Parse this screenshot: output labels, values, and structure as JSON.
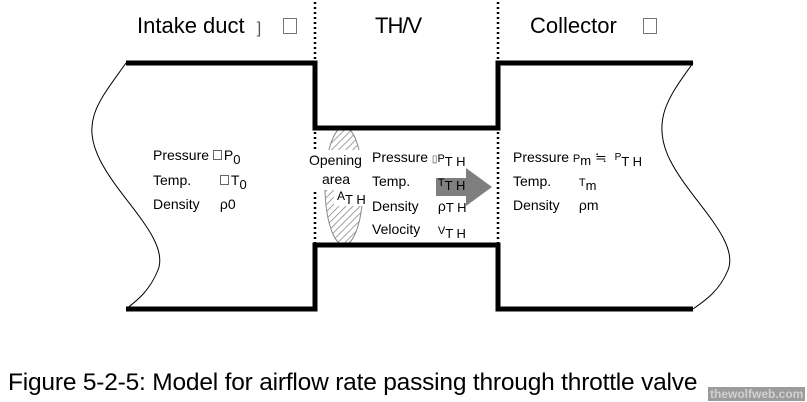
{
  "headers": {
    "intake": "Intake duct",
    "throttle": "TH/V",
    "collector": "Collector"
  },
  "intake": {
    "pressure_label": "Pressure",
    "pressure_sym": "P",
    "pressure_sub": "0",
    "temp_label": "Temp.",
    "temp_sym": "T",
    "temp_sub": "0",
    "density_label": "Density",
    "density_sym": "ρ",
    "density_sub": "0"
  },
  "throttle": {
    "opening_label_1": "Opening",
    "opening_label_2": "area",
    "area_sym": "A",
    "area_sub": "T H",
    "pressure_label": "Pressure",
    "pressure_sym": "P",
    "pressure_sub": "T H",
    "temp_label": "Temp.",
    "temp_sym": "T",
    "temp_sub": "T H",
    "density_label": "Density",
    "density_sym": "ρ",
    "density_sub": "T H",
    "velocity_label": "Velocity",
    "velocity_sym": "V",
    "velocity_sub": "T H"
  },
  "collector": {
    "pressure_label": "Pressure",
    "pressure_sym": "P",
    "pressure_sub": "m",
    "approx": "≒",
    "pressure_rhs_sym": "P",
    "pressure_rhs_sub": "T H",
    "temp_label": "Temp.",
    "temp_sym": "T",
    "temp_sub": "m",
    "density_label": "Density",
    "density_sym": "ρ",
    "density_sub": "m"
  },
  "caption": "Figure 5-2-5: Model for airflow rate passing through throttle valve",
  "watermark": "thewolfweb.com",
  "colors": {
    "duct_wall": "#000000",
    "arrow": "#7f7f7f",
    "hatch": "#9a9a9a"
  }
}
